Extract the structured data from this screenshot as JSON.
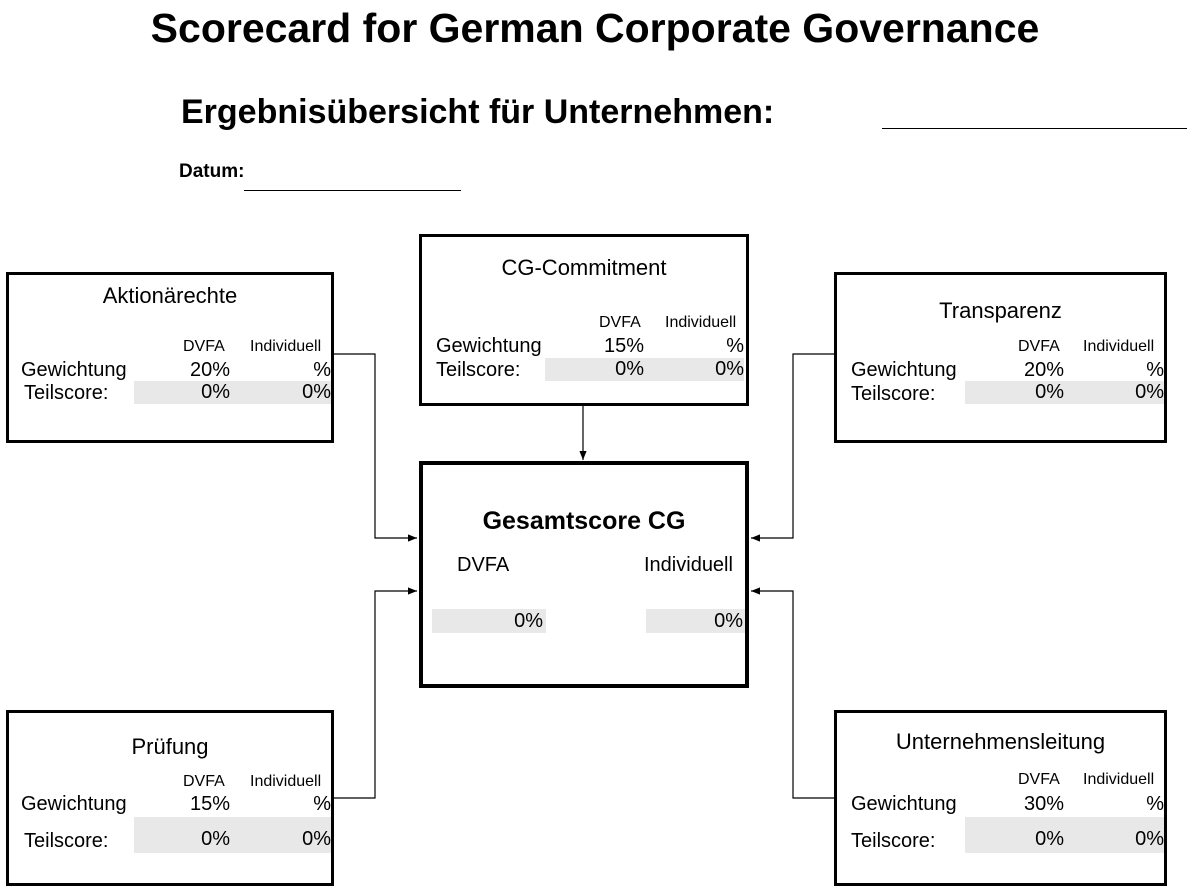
{
  "header": {
    "title": "Scorecard for German Corporate Governance",
    "subtitle": "Ergebnisübersicht für Unternehmen:",
    "date_label": "Datum:"
  },
  "labels": {
    "dvfa": "DVFA",
    "individuell": "Individuell",
    "gewichtung": "Gewichtung",
    "teilscore": "Teilscore:"
  },
  "boxes": {
    "aktionaersrechte": {
      "title": "Aktionärechte",
      "weight_dvfa": "20%",
      "weight_individuell": "%",
      "score_dvfa": "0%",
      "score_individuell": "0%"
    },
    "cg_commitment": {
      "title": "CG-Commitment",
      "weight_dvfa": "15%",
      "weight_individuell": "%",
      "score_dvfa": "0%",
      "score_individuell": "0%"
    },
    "transparenz": {
      "title": "Transparenz",
      "weight_dvfa": "20%",
      "weight_individuell": "%",
      "score_dvfa": "0%",
      "score_individuell": "0%"
    },
    "pruefung": {
      "title": "Prüfung",
      "weight_dvfa": "15%",
      "weight_individuell": "%",
      "score_dvfa": "0%",
      "score_individuell": "0%"
    },
    "unternehmensleitung": {
      "title": "Unternehmensleitung",
      "weight_dvfa": "30%",
      "weight_individuell": "%",
      "score_dvfa": "0%",
      "score_individuell": "0%"
    }
  },
  "total": {
    "title": "Gesamtscore CG",
    "dvfa_label": "DVFA",
    "individuell_label": "Individuell",
    "score_dvfa": "0%",
    "score_individuell": "0%"
  }
}
